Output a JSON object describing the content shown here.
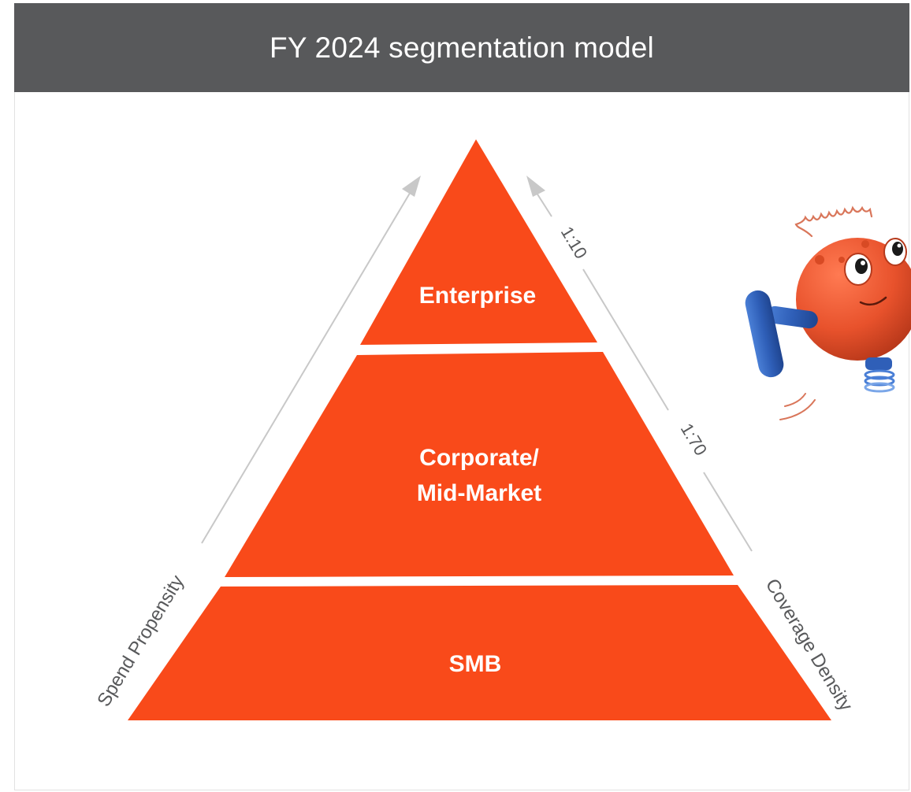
{
  "header": {
    "title": "FY 2024 segmentation model"
  },
  "pyramid": {
    "color": "#f94a1a",
    "tiers": [
      {
        "lines": [
          "Enterprise"
        ]
      },
      {
        "lines": [
          "Corporate/",
          "Mid-Market"
        ]
      },
      {
        "lines": [
          "SMB"
        ]
      }
    ]
  },
  "axes": {
    "left_label": "Spend Propensity",
    "right_label": "Coverage Density",
    "arrow_color": "#c8c8c8",
    "ratios": [
      "1:10",
      "1:70"
    ]
  },
  "mascot": {
    "icon": "robot-mascot-icon",
    "body_color": "#e8522c",
    "arm_color": "#2f5fb8"
  }
}
